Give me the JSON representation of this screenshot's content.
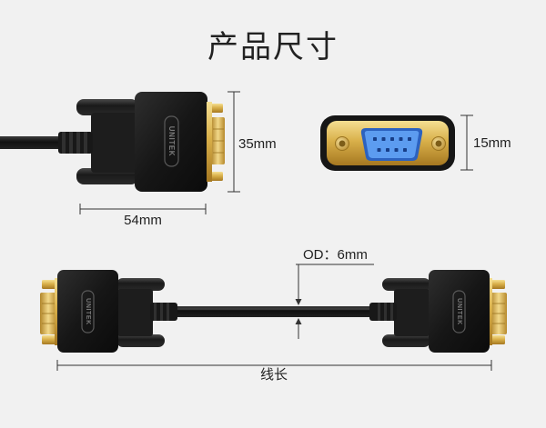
{
  "title": "产品尺寸",
  "brand": "UNITEK",
  "dimensions": {
    "height_label": "35mm",
    "length_label": "54mm",
    "port_height_label": "15mm",
    "outer_diameter_label": "OD：6mm",
    "cable_length_label": "线长"
  },
  "colors": {
    "background": "#f1f1f1",
    "connector_body": "#161616",
    "gold": "#d4a93e",
    "port_blue": "#2c62c0",
    "port_blue_light": "#5c9cf0",
    "line": "#333333",
    "text": "#222222"
  }
}
